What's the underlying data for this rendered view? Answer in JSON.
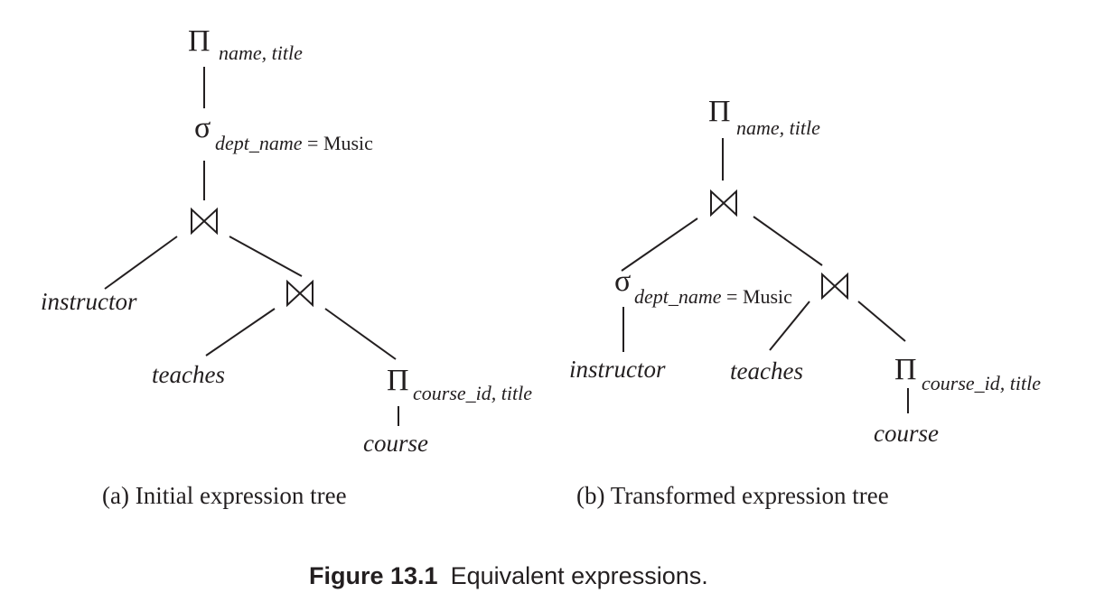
{
  "tree_a": {
    "root_projection": {
      "symbol": "Π",
      "subscript": "name, title"
    },
    "selection": {
      "symbol": "σ",
      "subscript": "dept_name",
      "predicate": " = Music"
    },
    "instructor": "instructor",
    "teaches": "teaches",
    "course_projection": {
      "symbol": "Π",
      "subscript": "course_id, title"
    },
    "course": "course",
    "caption": "(a) Initial expression tree"
  },
  "tree_b": {
    "root_projection": {
      "symbol": "Π",
      "subscript": "name, title"
    },
    "selection": {
      "symbol": "σ",
      "subscript": "dept_name",
      "predicate": " = Music"
    },
    "instructor": "instructor",
    "teaches": "teaches",
    "course_projection": {
      "symbol": "Π",
      "subscript": "course_id, title"
    },
    "course": "course",
    "caption": "(b) Transformed expression tree"
  },
  "figure": {
    "label": "Figure 13.1",
    "title": "Equivalent expressions."
  }
}
